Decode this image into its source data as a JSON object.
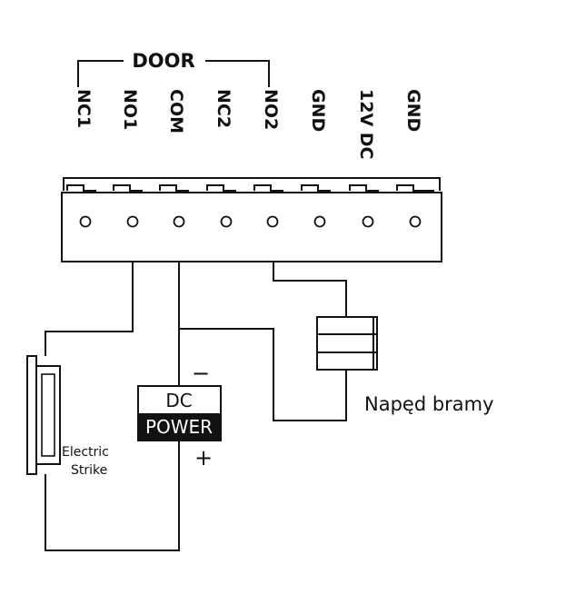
{
  "door_label": "DOOR",
  "terminals": [
    "NC1",
    "NO1",
    "COM",
    "NC2",
    "NO2",
    "GND",
    "12V DC",
    "GND"
  ],
  "power_supply": {
    "line1": "DC",
    "line2": "POWER",
    "minus": "−",
    "plus": "+"
  },
  "electric_strike": {
    "line1": "Electric",
    "line2": "Strike"
  },
  "gate_drive_label": "Napęd bramy"
}
